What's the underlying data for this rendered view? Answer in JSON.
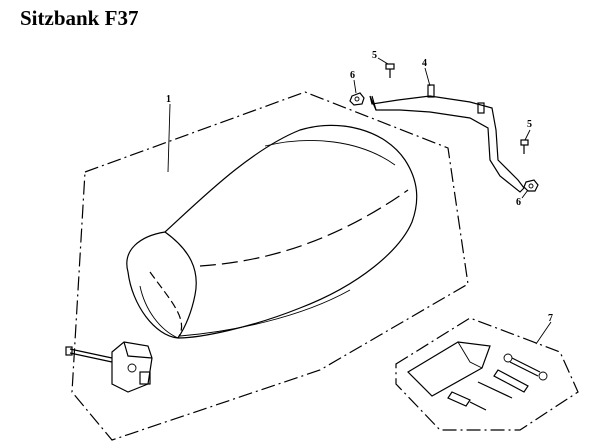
{
  "title": "Sitzbank F37",
  "callouts": {
    "seat": "1",
    "bracket": "4",
    "bolt_top": "5",
    "bolt_right": "5",
    "nut_left": "6",
    "nut_right": "6",
    "toolkit": "7"
  }
}
